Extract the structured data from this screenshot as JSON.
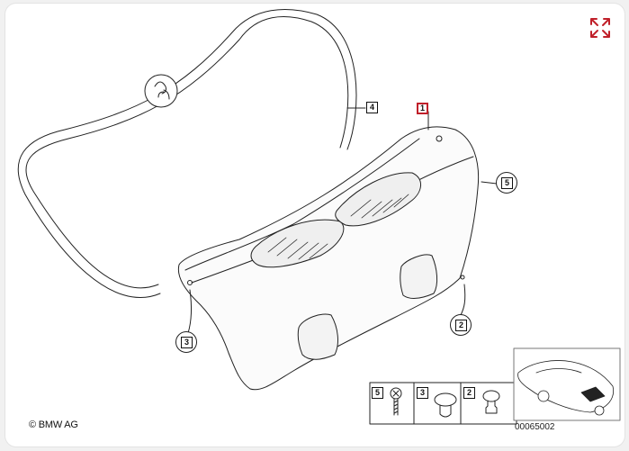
{
  "callouts": {
    "c1": "1",
    "c2": "2",
    "c3": "3",
    "c4": "4",
    "c5": "5"
  },
  "fasteners": {
    "f5": "5",
    "f3": "3",
    "f2": "2"
  },
  "copyright": "© BMW AG",
  "part_number": "00065002",
  "colors": {
    "accent": "#c0202a",
    "line": "#222222"
  },
  "icons": {
    "expand": "expand-arrows-icon"
  }
}
